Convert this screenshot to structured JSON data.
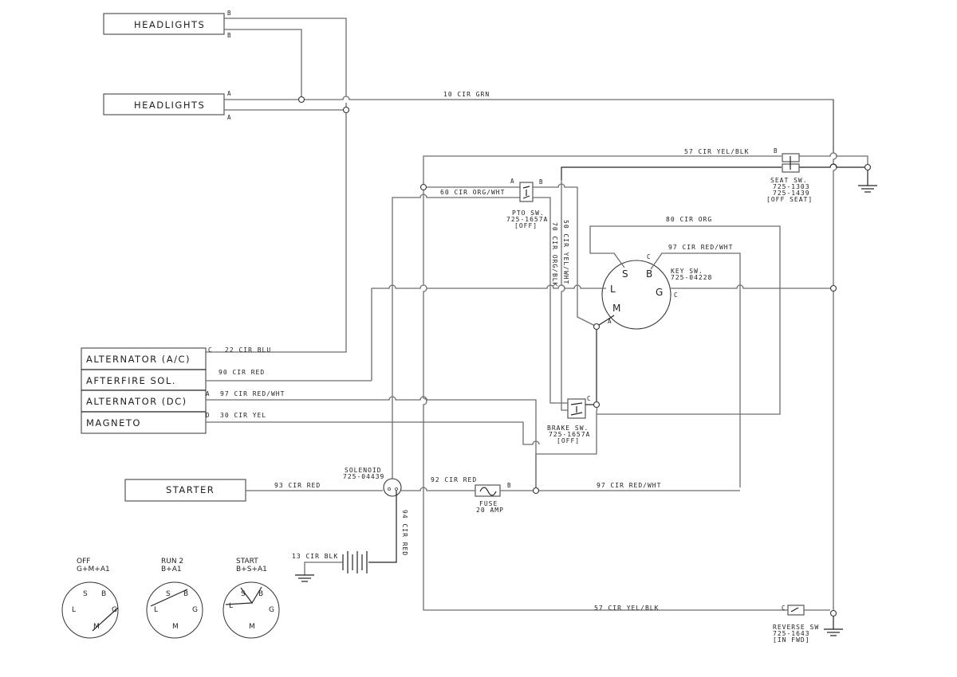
{
  "diagram": {
    "components": {
      "headlights_1": {
        "label": "HEADLIGHTS",
        "pin_top": "B",
        "pin_bottom": "B"
      },
      "headlights_2": {
        "label": "HEADLIGHTS",
        "pin_top": "A",
        "pin_bottom": "A"
      },
      "connector_block": [
        {
          "label": "ALTERNATOR (A/C)",
          "pin": "C",
          "wire": "22 CIR BLU"
        },
        {
          "label": "AFTERFIRE SOL.",
          "pin": "",
          "wire": "90 CIR RED"
        },
        {
          "label": "ALTERNATOR (DC)",
          "pin": "A",
          "wire": "97 CIR RED/WHT"
        },
        {
          "label": "MAGNETO",
          "pin": "D",
          "wire": "30 CIR YEL"
        }
      ],
      "starter": {
        "label": "STARTER",
        "wire": "93 CIR RED"
      },
      "solenoid": {
        "label": "SOLENOID",
        "part": "725-04439"
      },
      "fuse": {
        "label": "FUSE",
        "rating": "20 AMP",
        "pin": "B"
      },
      "battery_wire": "13 CIR BLK",
      "solenoid_battery_wire": "94 CIR RED",
      "fuse_input_wire": "92 CIR RED",
      "fuse_output_wire": "97 CIR RED/WHT",
      "pto_switch": {
        "label": "PTO SW.",
        "part": "725-1657A",
        "state": "[OFF]",
        "pin_a": "A",
        "pin_b": "B"
      },
      "seat_switch": {
        "label": "SEAT SW.",
        "part1": "725-1303",
        "part2": "725-1439",
        "state": "[OFF SEAT]",
        "pin": "B"
      },
      "key_switch": {
        "label": "KEY SW.",
        "part": "725-04228",
        "terminals": [
          "S",
          "B",
          "L",
          "G",
          "M"
        ],
        "pin_c1": "C",
        "pin_c2": "C",
        "pin_a": "A"
      },
      "brake_switch": {
        "label": "BRAKE SW.",
        "part": "725-1657A",
        "state": "[OFF]",
        "pin": "C"
      },
      "reverse_switch": {
        "label": "REVERSE SW",
        "part": "725-1643",
        "state": "[IN FWD]",
        "pin": "C"
      }
    },
    "wires": {
      "w10": "10 CIR GRN",
      "w57_top": "57 CIR YEL/BLK",
      "w60": "60 CIR ORG/WHT",
      "w70": "70 CIR ORG/BLK",
      "w50": "50 CIR YEL/WHT",
      "w80": "80 CIR ORG",
      "w97_key": "97 CIR RED/WHT",
      "w57_bottom": "57 CIR YEL/BLK"
    },
    "key_positions": [
      {
        "title": "OFF",
        "combo": "G+M+A1"
      },
      {
        "title": "RUN 2",
        "combo": "B+A1"
      },
      {
        "title": "START",
        "combo": "B+S+A1"
      }
    ],
    "key_terminal_letters": {
      "s": "S",
      "b": "B",
      "l": "L",
      "g": "G",
      "m": "M"
    }
  }
}
